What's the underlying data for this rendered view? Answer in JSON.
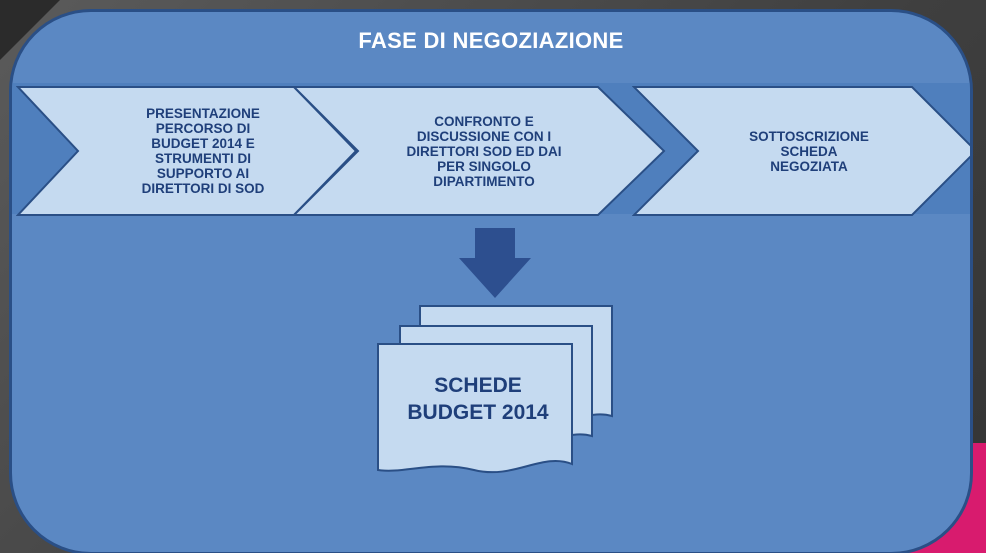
{
  "title": "FASE DI NEGOZIAZIONE",
  "steps": [
    {
      "label": "PRESENTAZIONE\nPERCORSO DI\nBUDGET 2014 E\nSTRUMENTI DI\nSUPPORTO AI\nDIRETTORI DI SOD"
    },
    {
      "label": "CONFRONTO E\nDISCUSSIONE CON I\nDIRETTORI SOD ED DAI\nPER SINGOLO\nDIPARTIMENTO"
    },
    {
      "label": "SOTTOSCRIZIONE\nSCHEDA\nNEGOZIATA"
    }
  ],
  "output": {
    "label": "SCHEDE\nBUDGET 2014"
  },
  "colors": {
    "panel": "#5b88c3",
    "panel_border": "#2a4f86",
    "chevron_fill": "#c5daf0",
    "chevron_border": "#2a4f86",
    "text": "#1f3f7a",
    "arrow": "#2d4f8f",
    "document": "#c5daf0"
  }
}
